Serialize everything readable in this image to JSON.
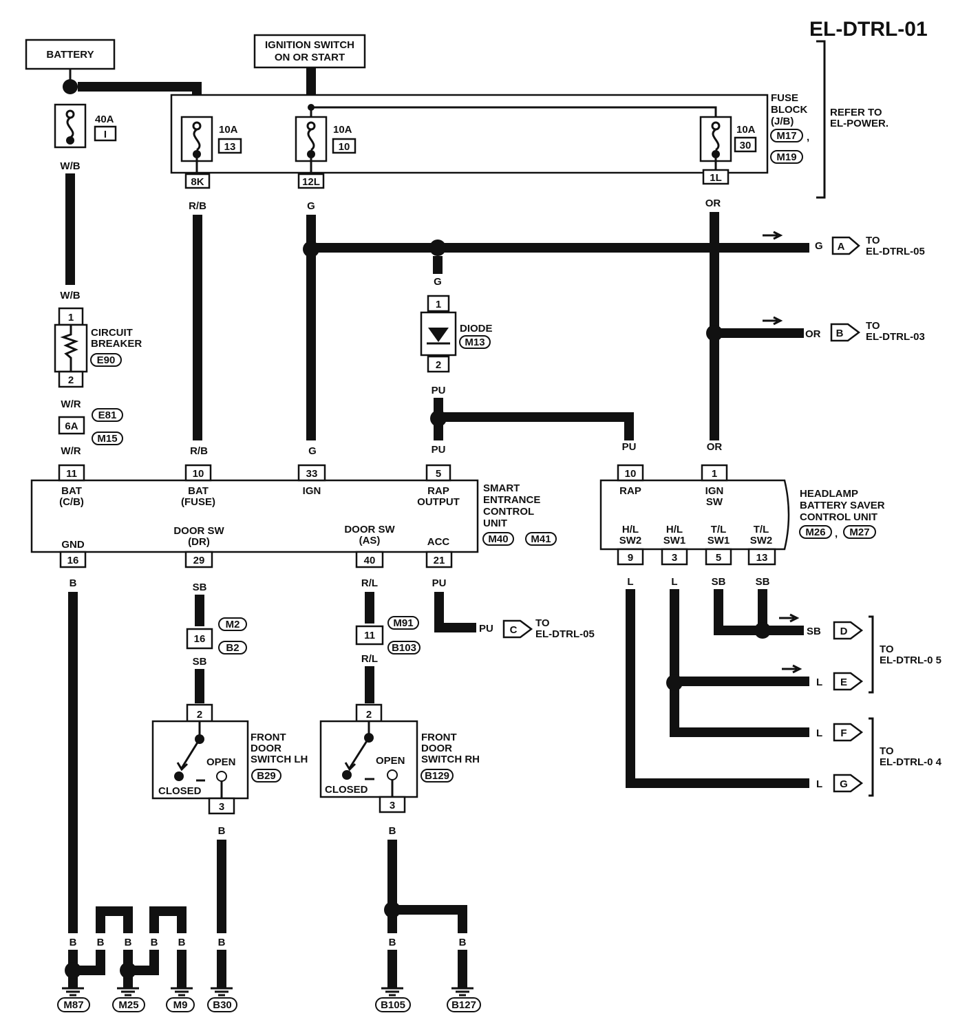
{
  "title": "EL-DTRL-01",
  "refer": {
    "line1": "REFER TO",
    "line2": "EL-POWER."
  },
  "battery": "BATTERY",
  "ignition": {
    "line1": "IGNITION SWITCH",
    "line2": "ON OR START"
  },
  "fuse_main": {
    "amp": "40A",
    "num": "I"
  },
  "fuse_block": {
    "line1": "FUSE",
    "line2": "BLOCK",
    "line3": "(J/B)",
    "conn1": "M17",
    "conn2": "M19",
    "comma": ",",
    "fuses": [
      {
        "amp": "10A",
        "num": "13",
        "term": "8K",
        "wire": "R/B"
      },
      {
        "amp": "10A",
        "num": "10",
        "term": "12L",
        "wire": "G"
      },
      {
        "amp": "10A",
        "num": "30",
        "term": "1L",
        "wire": "OR"
      }
    ]
  },
  "circuit_breaker": {
    "line1": "CIRCUIT",
    "line2": "BREAKER",
    "conn": "E90",
    "t1": "1",
    "t2": "2"
  },
  "wires": {
    "wb": "W/B",
    "wr": "W/R",
    "rb": "R/B",
    "g": "G",
    "or": "OR",
    "pu": "PU",
    "b": "B",
    "sb": "SB",
    "rl": "R/L",
    "l": "L"
  },
  "connector_6a": {
    "term": "6A",
    "c1": "E81",
    "c2": "M15"
  },
  "diode": {
    "label": "DIODE",
    "conn": "M13",
    "t1": "1",
    "t2": "2"
  },
  "secu": {
    "line1": "SMART",
    "line2": "ENTRANCE",
    "line3": "CONTROL",
    "line4": "UNIT",
    "conn1": "M40",
    "conn2": "M41",
    "terms": {
      "bat_cb": {
        "num": "11",
        "l1": "BAT",
        "l2": "(C/B)"
      },
      "bat_fuse": {
        "num": "10",
        "l1": "BAT",
        "l2": "(FUSE)"
      },
      "ign": {
        "num": "33",
        "l1": "IGN"
      },
      "rap": {
        "num": "5",
        "l1": "RAP",
        "l2": "OUTPUT"
      },
      "gnd": {
        "num": "16",
        "l1": "GND"
      },
      "door_dr": {
        "num": "29",
        "l1": "DOOR SW",
        "l2": "(DR)"
      },
      "door_as": {
        "num": "40",
        "l1": "DOOR SW",
        "l2": "(AS)"
      },
      "acc": {
        "num": "21",
        "l1": "ACC"
      }
    }
  },
  "hbs": {
    "line1": "HEADLAMP",
    "line2": "BATTERY SAVER",
    "line3": "CONTROL UNIT",
    "conn1": "M26",
    "conn2": "M27",
    "terms": {
      "rap": {
        "num": "10",
        "l1": "RAP"
      },
      "ign": {
        "num": "1",
        "l1": "IGN",
        "l2": "SW"
      },
      "hl2": {
        "num": "9",
        "l1": "H/L",
        "l2": "SW2"
      },
      "hl1": {
        "num": "3",
        "l1": "H/L",
        "l2": "SW1"
      },
      "tl1": {
        "num": "5",
        "l1": "T/L",
        "l2": "SW1"
      },
      "tl2": {
        "num": "13",
        "l1": "T/L",
        "l2": "SW2"
      }
    }
  },
  "inline_dr": {
    "term": "16",
    "c1": "M2",
    "c2": "B2"
  },
  "inline_as": {
    "term": "11",
    "c1": "M91",
    "c2": "B103"
  },
  "switch_lh": {
    "line1": "FRONT",
    "line2": "DOOR",
    "line3": "SWITCH LH",
    "conn": "B29",
    "open": "OPEN",
    "closed": "CLOSED",
    "t_top": "2",
    "t_bot": "3"
  },
  "switch_rh": {
    "line1": "FRONT",
    "line2": "DOOR",
    "line3": "SWITCH RH",
    "conn": "B129",
    "open": "OPEN",
    "closed": "CLOSED",
    "t_top": "2",
    "t_bot": "3"
  },
  "refs": {
    "a": {
      "wire": "G",
      "letter": "A",
      "l1": "TO",
      "l2": "EL-DTRL-05"
    },
    "b": {
      "wire": "OR",
      "letter": "B",
      "l1": "TO",
      "l2": "EL-DTRL-03"
    },
    "c": {
      "wire": "PU",
      "letter": "C",
      "l1": "TO",
      "l2": "EL-DTRL-05"
    },
    "d": {
      "wire": "SB",
      "letter": "D"
    },
    "e": {
      "wire": "L",
      "letter": "E"
    },
    "f": {
      "wire": "L",
      "letter": "F"
    },
    "g": {
      "wire": "L",
      "letter": "G"
    },
    "de": {
      "l1": "TO",
      "l2": "EL-DTRL-0 5"
    },
    "fg": {
      "l1": "TO",
      "l2": "EL-DTRL-0 4"
    }
  },
  "grounds": [
    "M87",
    "M25",
    "M9",
    "B30",
    "B105",
    "B127"
  ]
}
